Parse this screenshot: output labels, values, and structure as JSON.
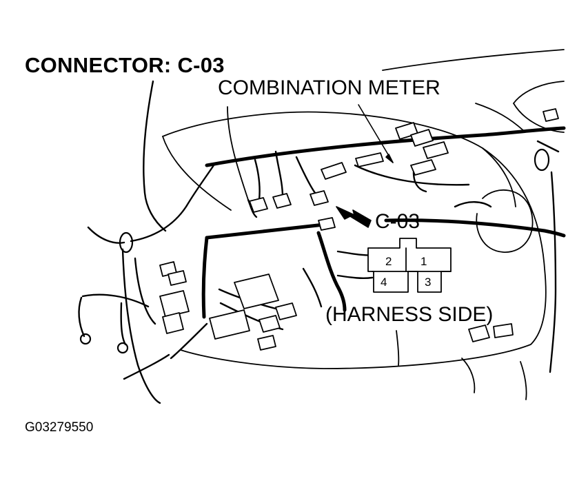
{
  "title": "CONNECTOR: C-03",
  "labels": {
    "component": "COMBINATION METER",
    "connector": "C-03",
    "view": "(HARNESS SIDE)"
  },
  "connector_pins": [
    "1",
    "2",
    "3",
    "4"
  ],
  "figure_id": "G03279550",
  "colors": {
    "ink": "#000000",
    "paper": "#ffffff"
  }
}
